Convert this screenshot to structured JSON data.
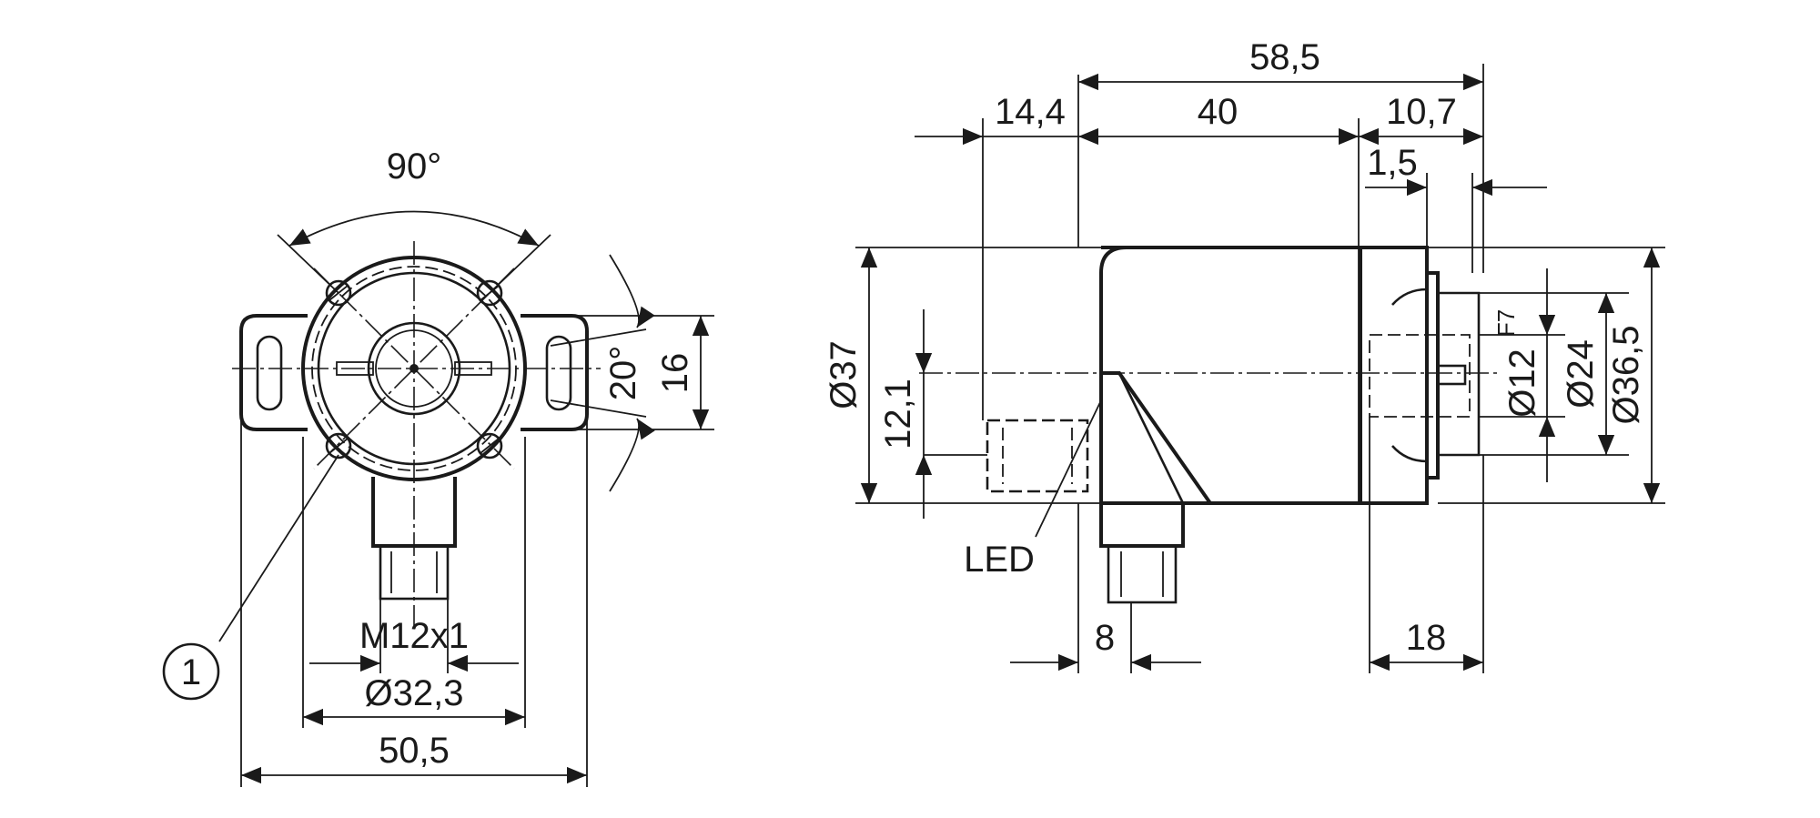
{
  "dimensions": {
    "overall_length": "58,5",
    "connector_offset": "14,4",
    "body_length": "40",
    "flange_length": "10,7",
    "flange_thickness": "1,5",
    "body_diameter": "Ø37",
    "connector_height": "12,1",
    "bore_diameter": "Ø12",
    "bore_tolerance": "F7",
    "hub_diameter": "Ø24",
    "flange_diameter": "Ø36,5",
    "connector_width": "8",
    "shaft_depth": "18",
    "mount_angle": "90°",
    "slot_angle": "20°",
    "slot_height": "16",
    "thread": "M12x1",
    "bolt_circle": "Ø32,3",
    "overall_width": "50,5"
  },
  "labels": {
    "led": "LED",
    "callout_1": "1"
  },
  "colors": {
    "line": "#1a1a1a",
    "background": "#ffffff"
  }
}
